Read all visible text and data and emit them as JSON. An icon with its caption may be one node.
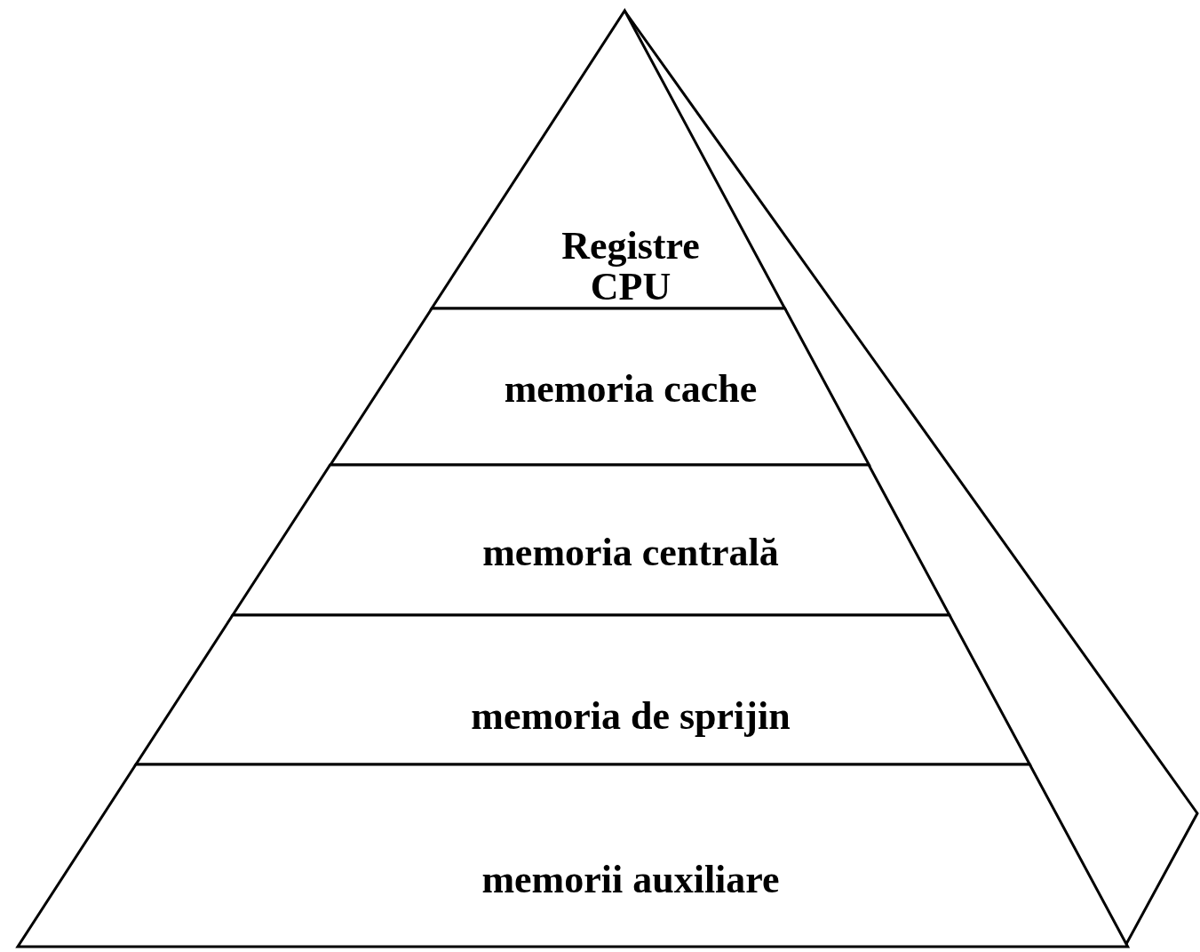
{
  "diagram": {
    "nodes": [
      {
        "text": [
          "Registre CPU"
        ]
      },
      {
        "text": [
          "memoria cache"
        ]
      },
      {
        "text": [
          "memoria centrală"
        ]
      },
      {
        "text": [
          "memoria de sprijin"
        ]
      },
      {
        "text": [
          "memorii auxiliare"
        ]
      }
    ]
  }
}
